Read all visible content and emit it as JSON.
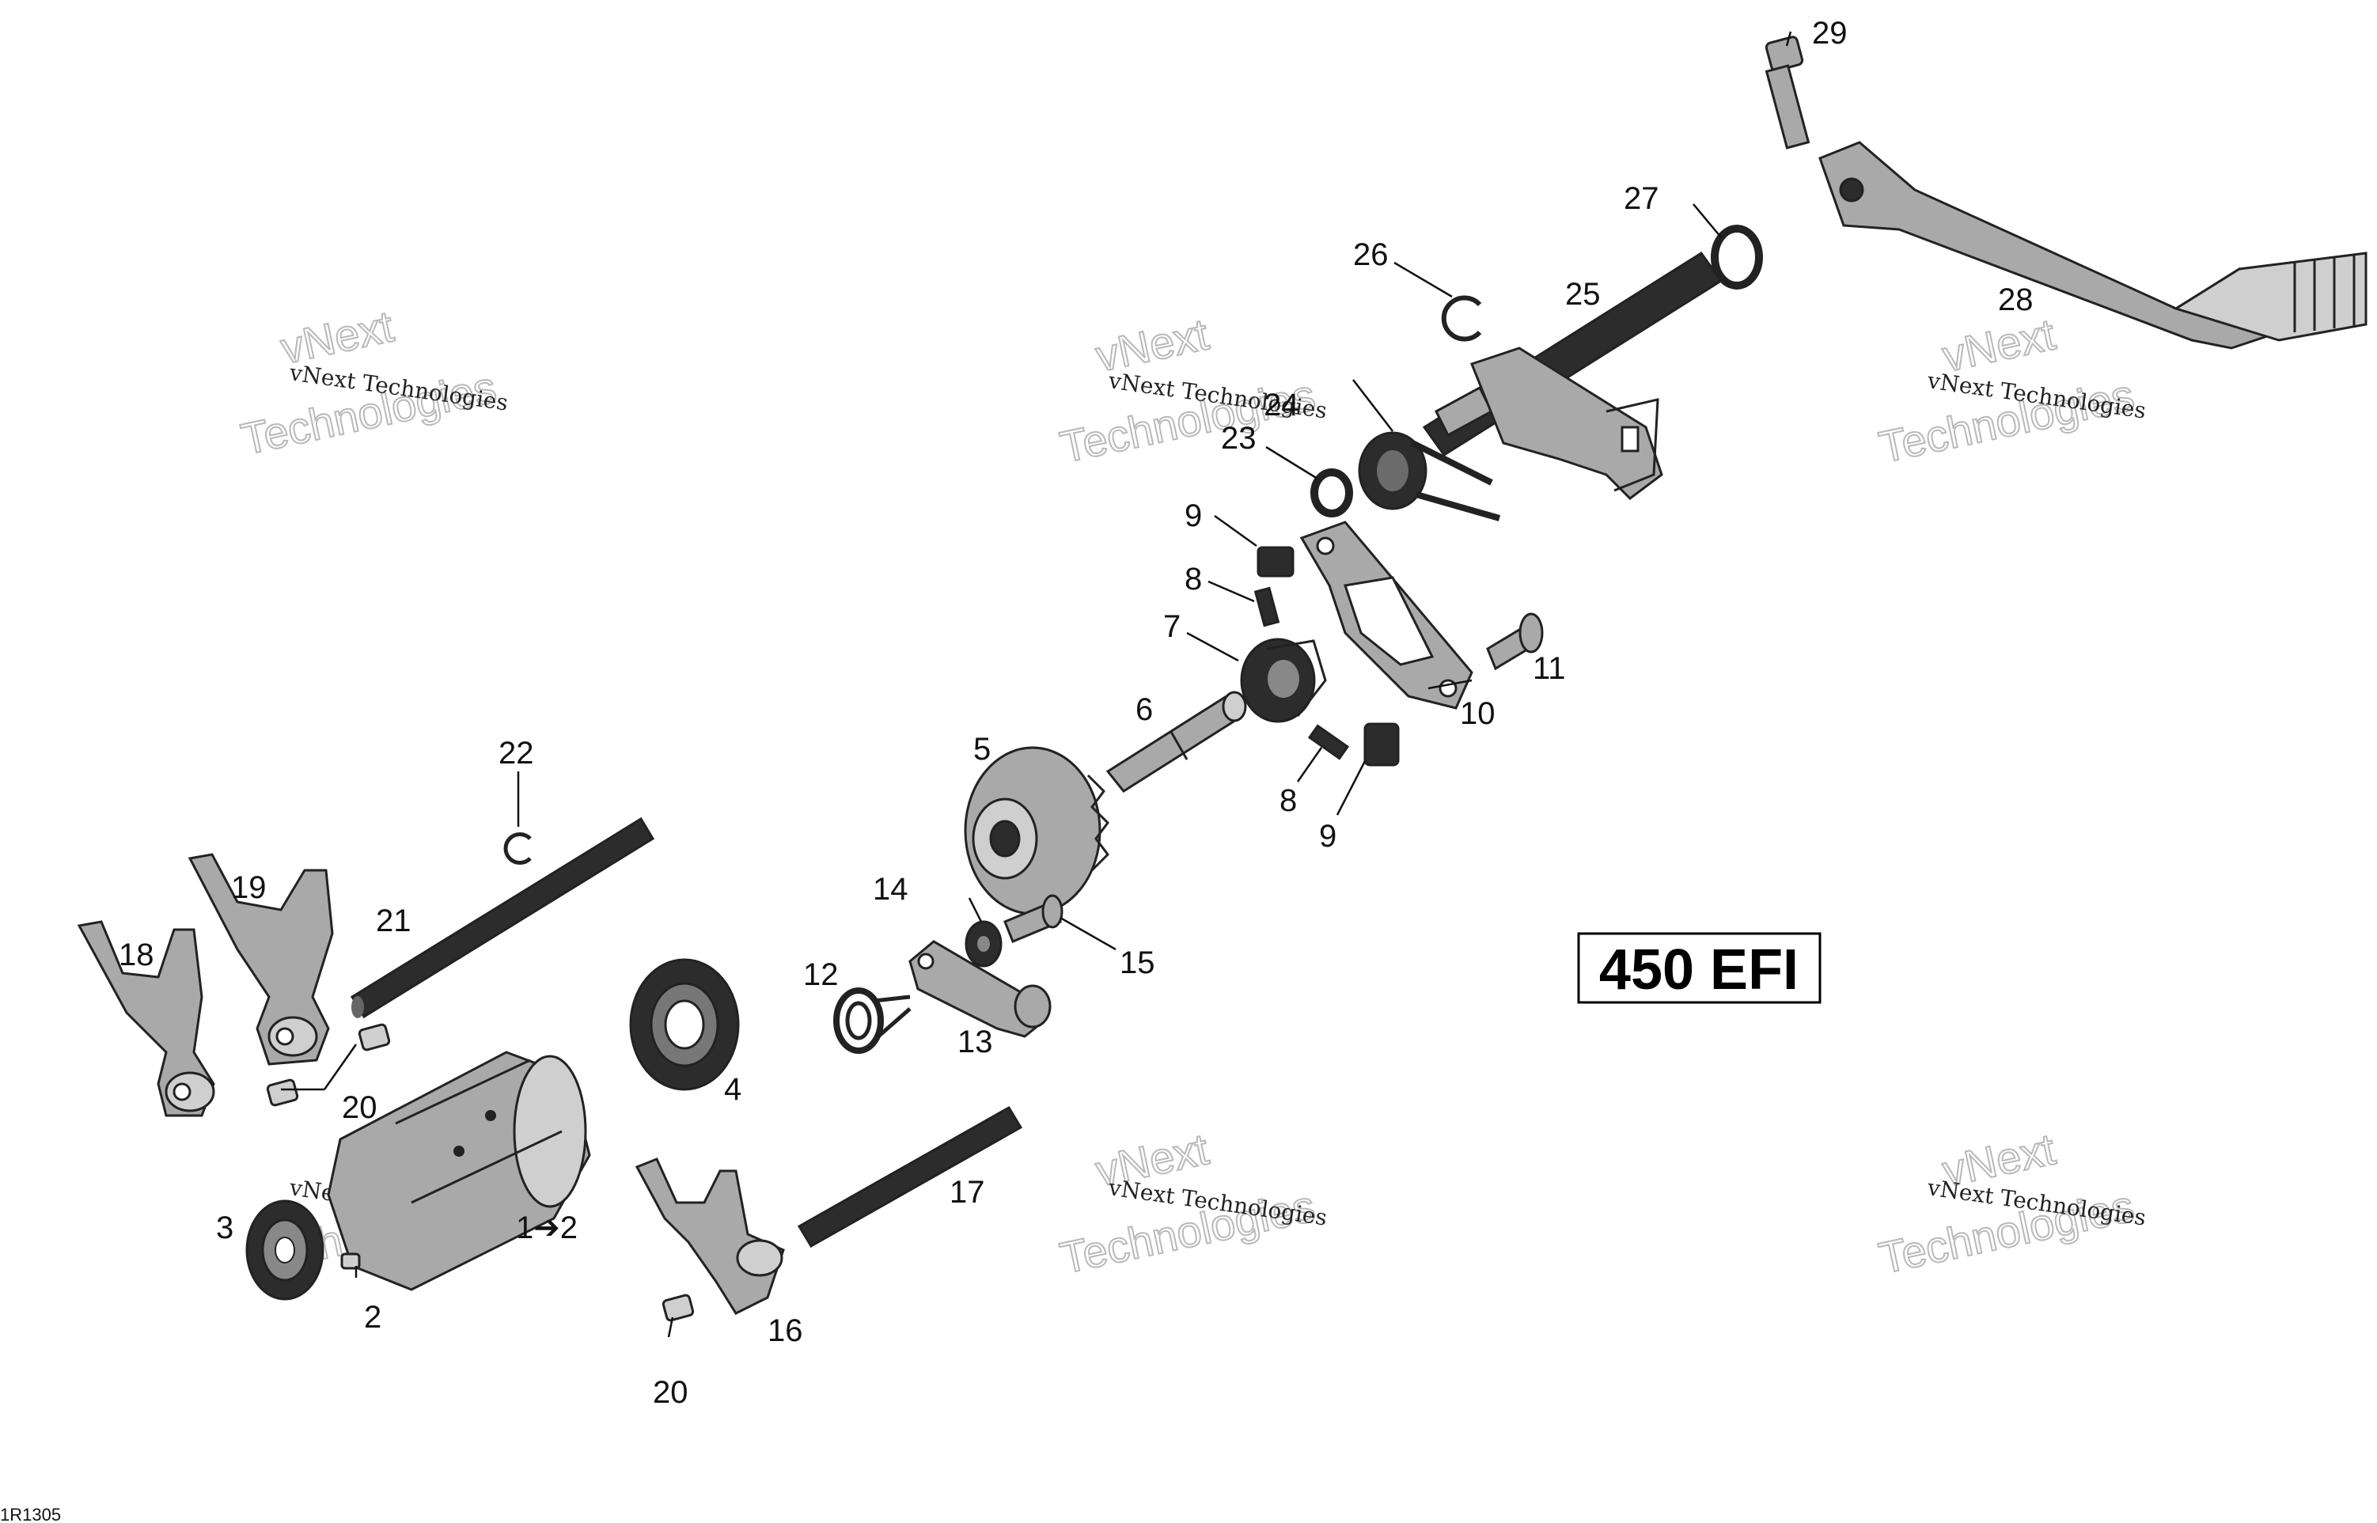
{
  "diagram": {
    "model_label": "450 EFI",
    "drawing_code": "1R1305",
    "shift_indicator": "1➔2",
    "watermark_line1": "vNext Technologies",
    "watermark_line2": "vNext",
    "watermark_line3": "Technologies",
    "callouts": {
      "c2": "2",
      "c3": "3",
      "c4": "4",
      "c5": "5",
      "c6": "6",
      "c7": "7",
      "c8a": "8",
      "c8b": "8",
      "c9a": "9",
      "c9b": "9",
      "c10": "10",
      "c11": "11",
      "c12": "12",
      "c13": "13",
      "c14": "14",
      "c15": "15",
      "c16": "16",
      "c17": "17",
      "c18": "18",
      "c19": "19",
      "c20a": "20",
      "c20b": "20",
      "c21": "21",
      "c22": "22",
      "c23": "23",
      "c24": "24",
      "c25": "25",
      "c26": "26",
      "c27": "27",
      "c28": "28",
      "c29": "29"
    }
  }
}
